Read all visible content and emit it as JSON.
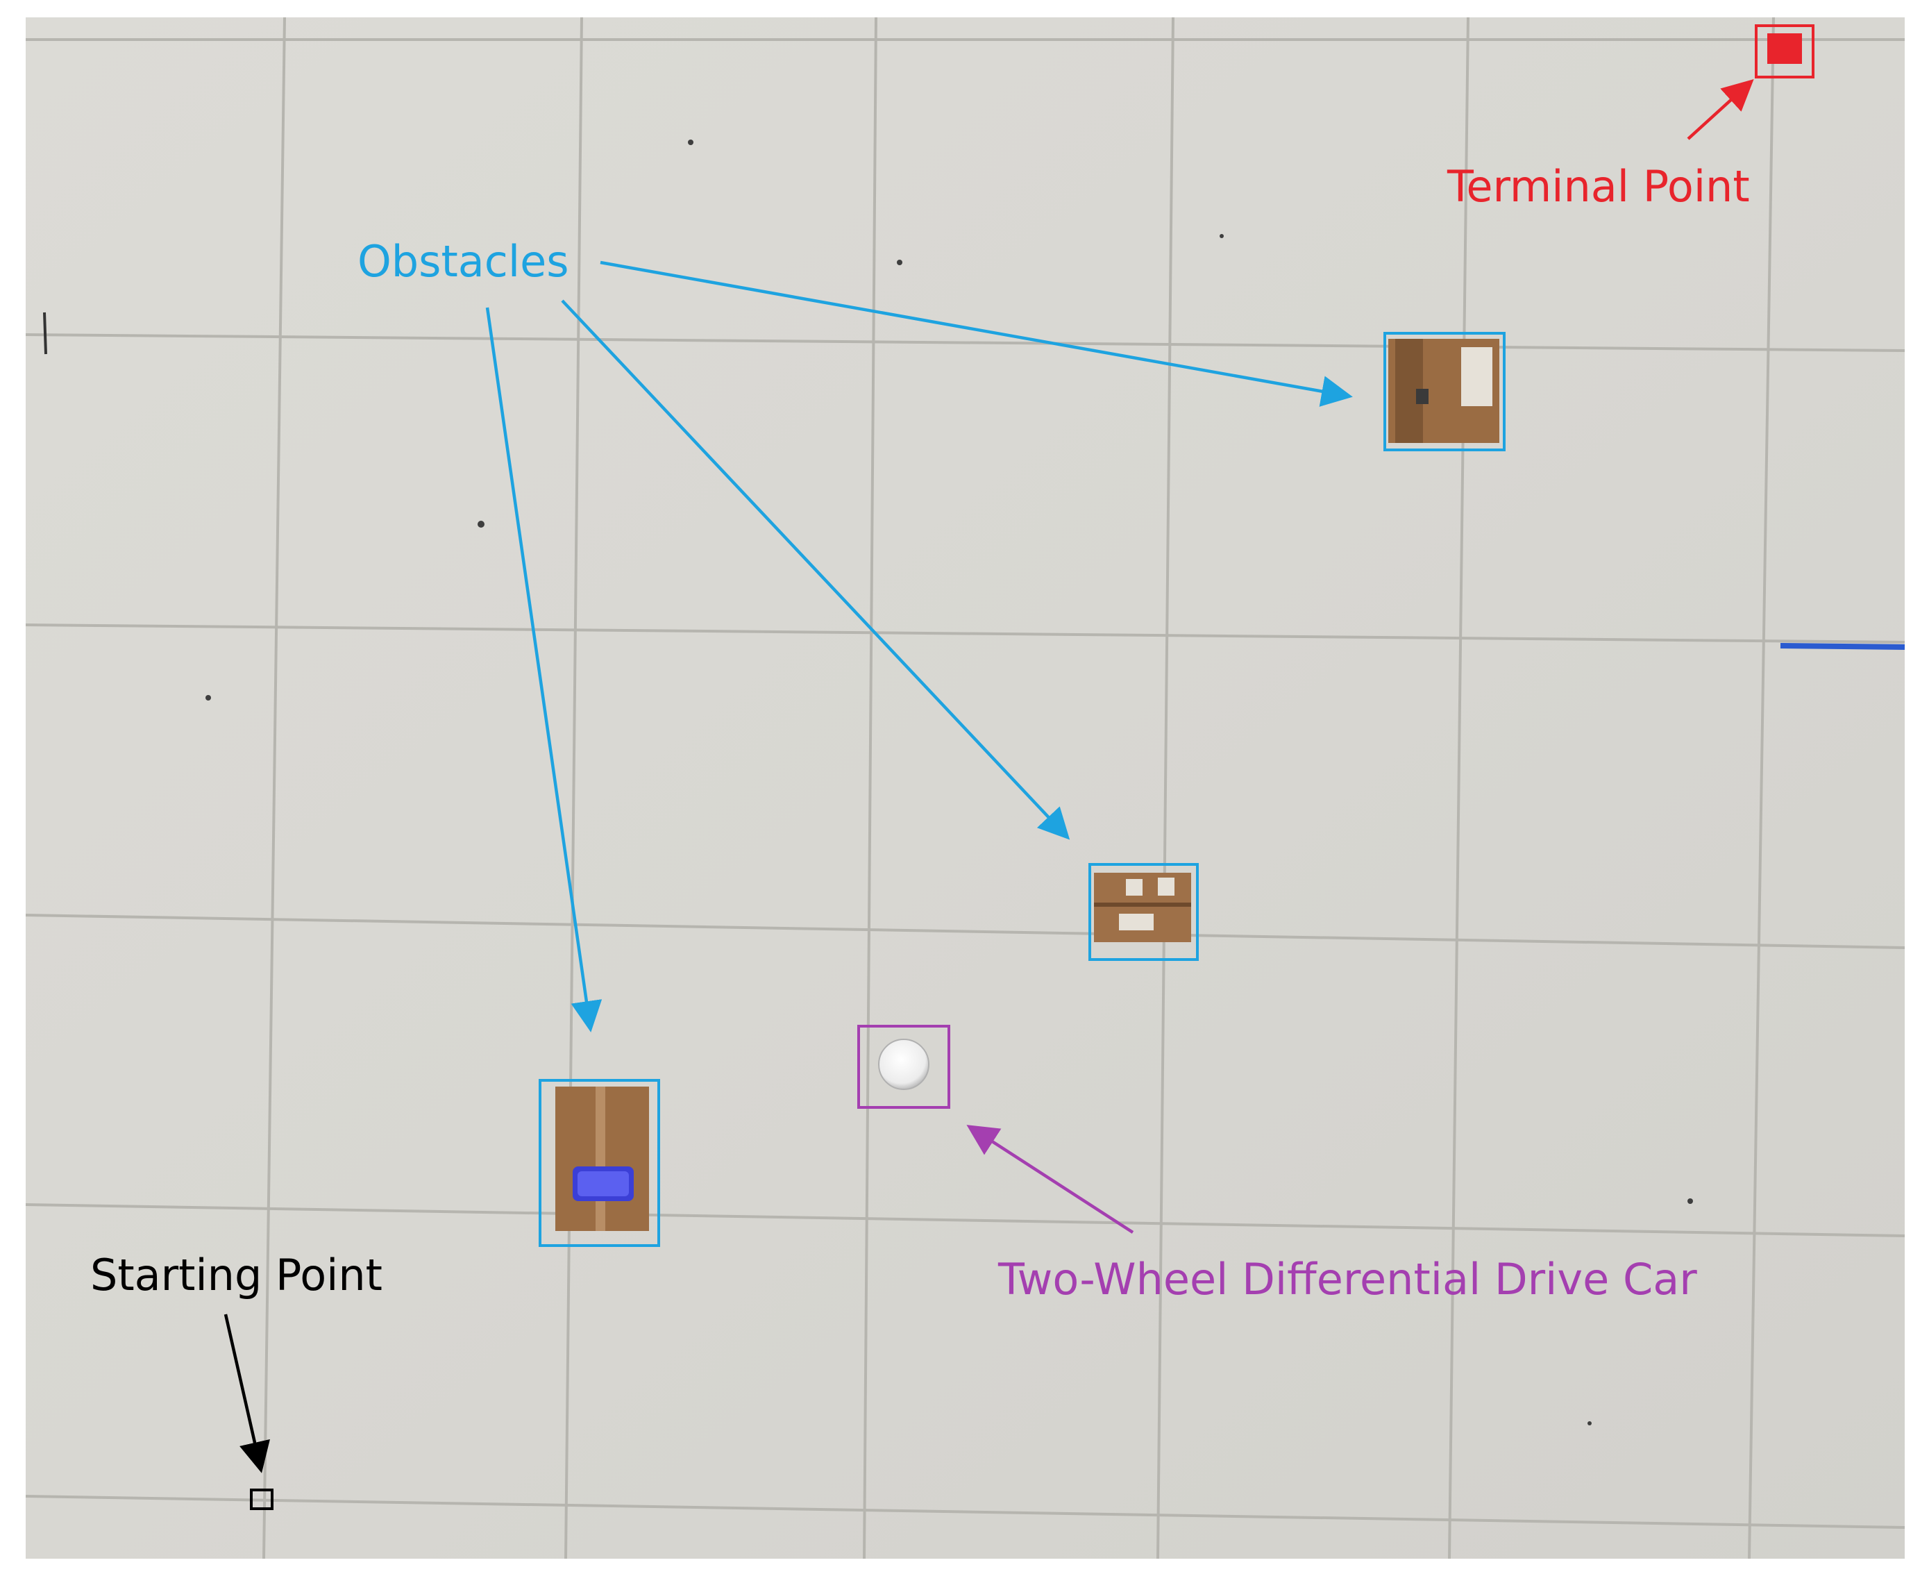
{
  "labels": {
    "obstacles": "Obstacles",
    "terminal_point": "Terminal Point",
    "starting_point": "Starting Point",
    "car": "Two-Wheel Differential Drive Car"
  },
  "colors": {
    "obstacles": "#1ea3e0",
    "terminal_point": "#e8242c",
    "starting_point": "#000000",
    "car": "#a43fb0",
    "floor": "#d9d8d3",
    "grid_line": "#b9b8b2",
    "box": "#9c6f45"
  }
}
